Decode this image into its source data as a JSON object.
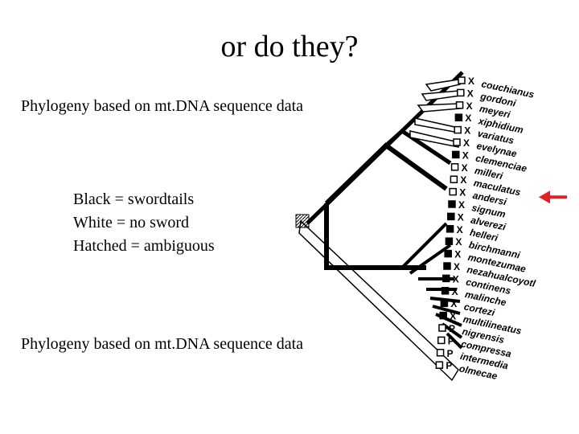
{
  "slide": {
    "title": "or do they?",
    "caption_top": "Phylogeny based on mt.DNA sequence data",
    "caption_bottom": "Phylogeny based on mt.DNA sequence data"
  },
  "legend": {
    "black": "Black = swordtails",
    "white": "White = no sword",
    "hatched": "Hatched = ambiguous"
  },
  "tree": {
    "taxa": [
      "couchianus",
      "gordoni",
      "meyeri",
      "xiphidium",
      "variatus",
      "evelynae",
      "clemenciae",
      "milleri",
      "maculatus",
      "andersi",
      "signum",
      "alverezi",
      "helleri",
      "birchmanni",
      "montezumae",
      "nezahualcoyotl",
      "continens",
      "malinche",
      "cortezi",
      "multilineatus",
      "nigrensis",
      "compressa",
      "intermedia",
      "olmecae"
    ],
    "genus_markers": [
      "X",
      "X",
      "X",
      "X",
      "X",
      "X",
      "X",
      "X",
      "X",
      "X",
      "X",
      "X",
      "X",
      "X",
      "X",
      "X",
      "X",
      "X",
      "X",
      "X",
      "P",
      "P",
      "P",
      "P"
    ],
    "tip_states": [
      "white",
      "white",
      "white",
      "black",
      "white",
      "white",
      "black",
      "white",
      "white",
      "white",
      "black",
      "black",
      "black",
      "black",
      "black",
      "black",
      "black",
      "black",
      "black",
      "black",
      "white",
      "white",
      "white",
      "white"
    ],
    "highlighted_taxon": "maculatus",
    "arrow_color": "#e41e26"
  }
}
